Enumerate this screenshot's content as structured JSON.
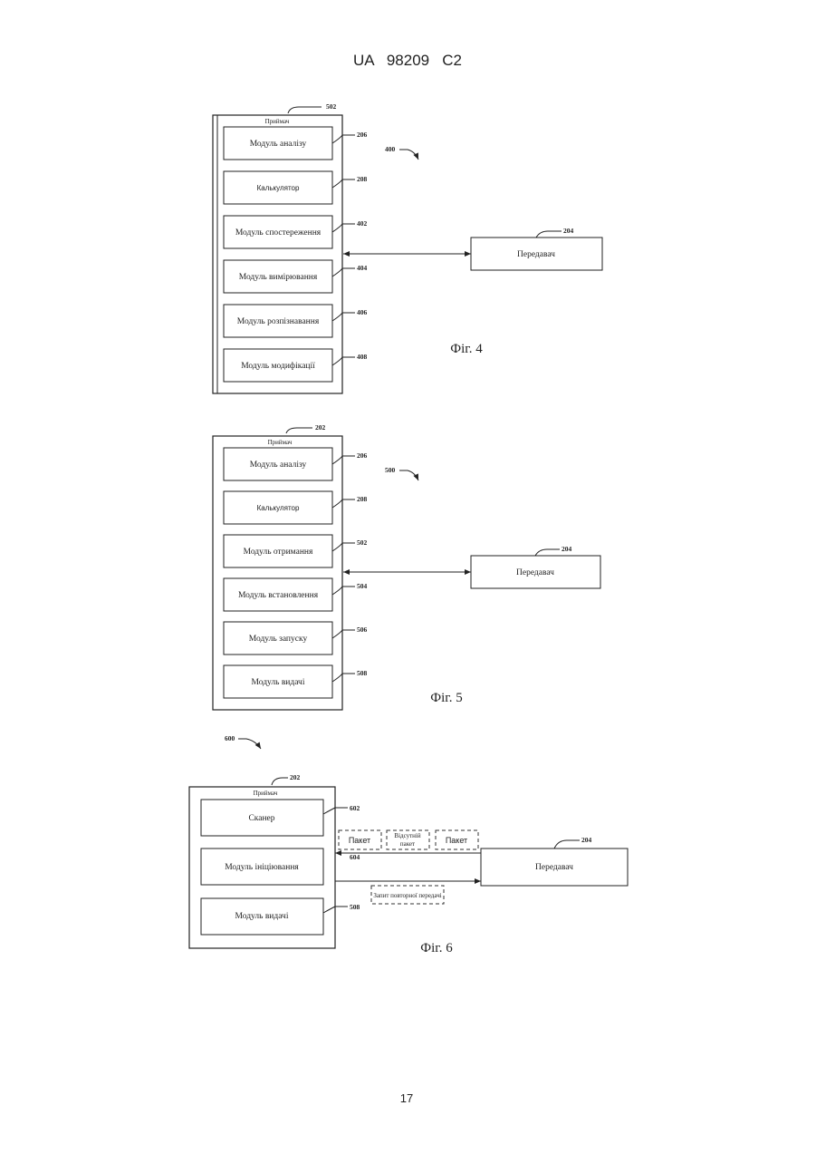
{
  "header": {
    "doc_id": "UA   98209   C2"
  },
  "page_number": "17",
  "fig4": {
    "caption": "Фіг. 4",
    "ref_system": "400",
    "receiver": {
      "title": "Приймач",
      "ref": "502"
    },
    "modules": [
      {
        "label": "Модуль аналізу",
        "ref": "206"
      },
      {
        "label": "Калькулятор",
        "ref": "208"
      },
      {
        "label": "Модуль спостереження",
        "ref": "402"
      },
      {
        "label": "Модуль вимірювання",
        "ref": "404"
      },
      {
        "label": "Модуль розпізнавання",
        "ref": "406"
      },
      {
        "label": "Модуль модифікації",
        "ref": "408"
      }
    ],
    "transmitter": {
      "label": "Передавач",
      "ref": "204"
    }
  },
  "fig5": {
    "caption": "Фіг. 5",
    "ref_system": "500",
    "receiver": {
      "title": "Приймач",
      "ref": "202"
    },
    "modules": [
      {
        "label": "Модуль аналізу",
        "ref": "206"
      },
      {
        "label": "Калькулятор",
        "ref": "208"
      },
      {
        "label": "Модуль отримання",
        "ref": "502"
      },
      {
        "label": "Модуль встановлення",
        "ref": "504"
      },
      {
        "label": "Модуль запуску",
        "ref": "506"
      },
      {
        "label": "Модуль видачі",
        "ref": "508"
      }
    ],
    "transmitter": {
      "label": "Передавач",
      "ref": "204"
    }
  },
  "fig6": {
    "caption": "Фіг. 6",
    "ref_system": "600",
    "receiver": {
      "title": "Приймач",
      "ref": "202"
    },
    "modules": [
      {
        "label": "Сканер",
        "ref": "602"
      },
      {
        "label": "Модуль ініціювання",
        "ref": "604"
      },
      {
        "label": "Модуль видачі",
        "ref": "508"
      }
    ],
    "transmitter": {
      "label": "Передавач",
      "ref": "204"
    },
    "packets": [
      {
        "label": "Пакет"
      },
      {
        "line1": "Відсутній",
        "line2": "пакет"
      },
      {
        "label": "Пакет"
      }
    ],
    "retransmit_request": "Запит повторної передачі"
  }
}
